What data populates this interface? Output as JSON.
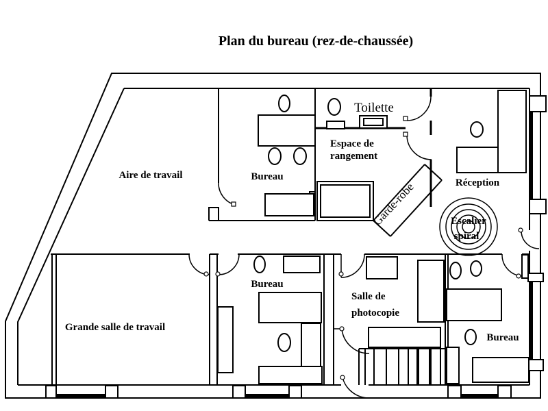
{
  "title": "Plan du bureau (rez-de-chaussée)",
  "rooms": {
    "aire_de_travail": "Aire de travail",
    "bureau_haut": "Bureau",
    "toilette": "Toilette",
    "espace_rangement_l1": "Espace de",
    "espace_rangement_l2": "rangement",
    "garde_robe": "Garde-robe",
    "reception": "Réception",
    "escalier_l1": "Escalier",
    "escalier_l2": "spiral",
    "grande_salle": "Grande salle de travail",
    "bureau_milieu": "Bureau",
    "photocopie_l1": "Salle de",
    "photocopie_l2": "photocopie",
    "bureau_bas_droite": "Bureau"
  },
  "colors": {
    "ink": "#000000",
    "paper": "#ffffff"
  }
}
